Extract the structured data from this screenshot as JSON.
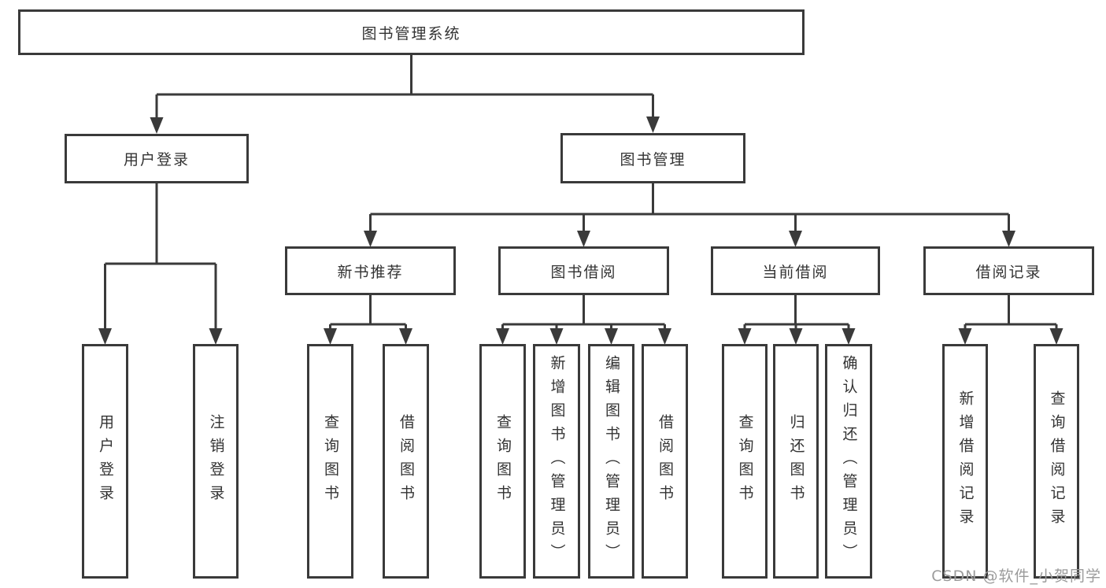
{
  "colors": {
    "line": "#3a3a3a",
    "text": "#333333",
    "background": "#ffffff",
    "watermark": "#9b9b9b"
  },
  "nodes": {
    "root": "图书管理系统",
    "level2": [
      "用户登录",
      "图书管理"
    ],
    "level3": [
      "新书推荐",
      "图书借阅",
      "当前借阅",
      "借阅记录"
    ],
    "leaves": {
      "user_login": [
        "用户登录",
        "注销登录"
      ],
      "new_book_rec": [
        "查询图书",
        "借阅图书"
      ],
      "book_borrow": [
        "查询图书",
        "新增图书（管理员）",
        "编辑图书（管理员）",
        "借阅图书"
      ],
      "current_borrow": [
        "查询图书",
        "归还图书",
        "确认归还（管理员）"
      ],
      "borrow_record": [
        "新增借阅记录",
        "查询借阅记录"
      ]
    }
  },
  "watermark": "CSDN @软件_小贺同学"
}
